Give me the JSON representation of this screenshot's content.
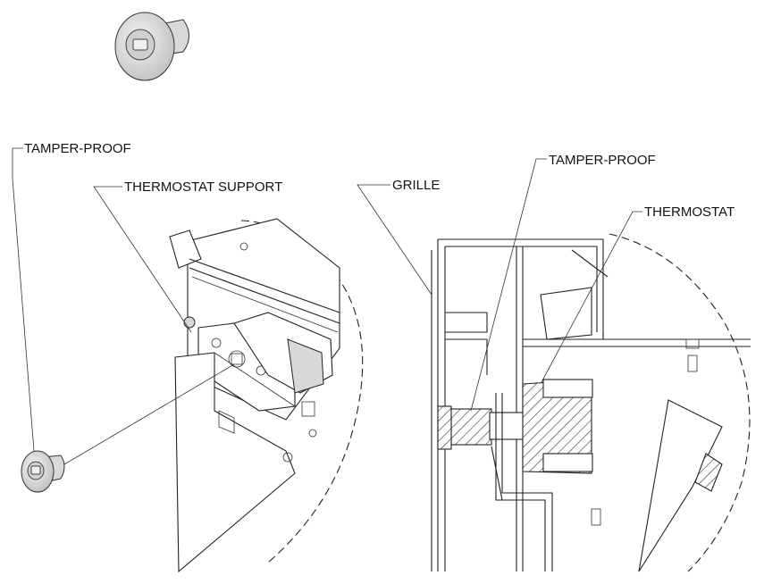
{
  "labels": {
    "tamper_proof_left": "TAMPER-PROOF",
    "thermostat_support": "THERMOSTAT SUPPORT",
    "grille": "GRILLE",
    "tamper_proof_right": "TAMPER-PROOF",
    "thermostat": "THERMOSTAT"
  }
}
